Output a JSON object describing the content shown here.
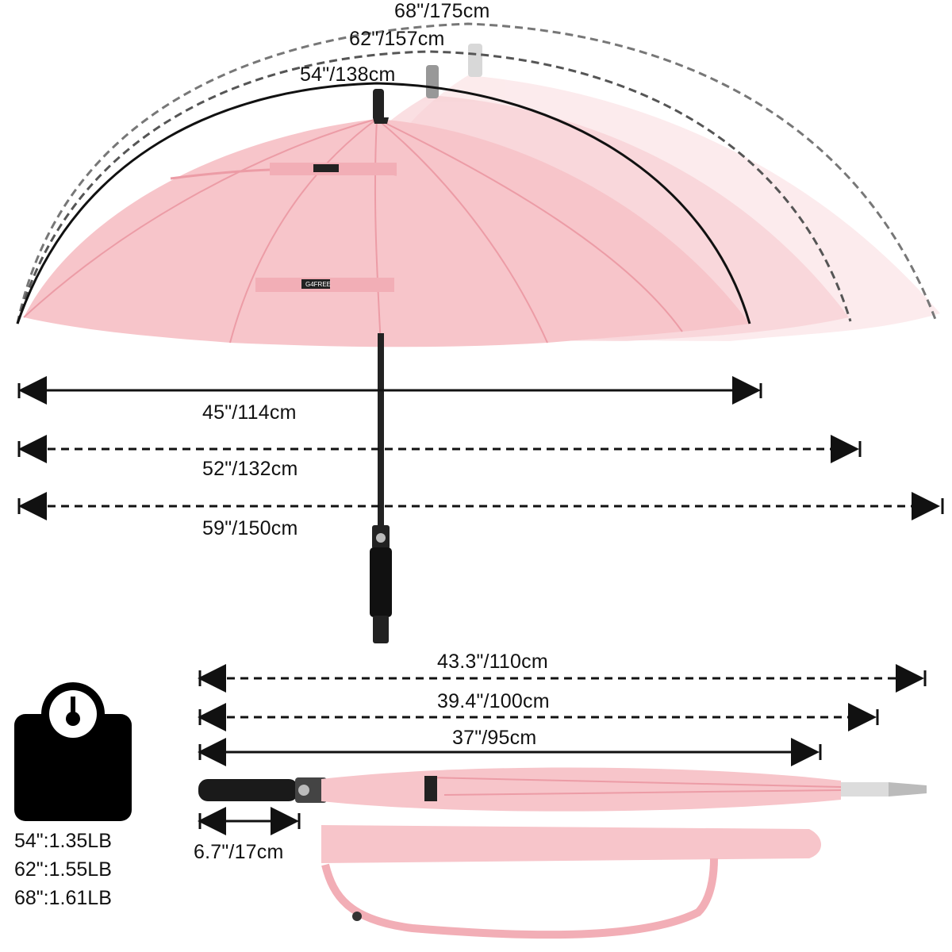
{
  "open_span": {
    "arc_labels": [
      "68\"/175cm",
      "62\"/157cm",
      "54\"/138cm"
    ],
    "width_labels": [
      "45\"/114cm",
      "52\"/132cm",
      "59\"/150cm"
    ]
  },
  "closed_length": {
    "labels": [
      "43.3\"/110cm",
      "39.4\"/100cm",
      "37\"/95cm"
    ],
    "handle_label": "6.7\"/17cm"
  },
  "weights": [
    "54\":1.35LB",
    "62\":1.55LB",
    "68\":1.61LB"
  ],
  "brand": {
    "logo_text": "G4FREE"
  },
  "colors": {
    "canopy": "#f7c5ca",
    "canopy_dark": "#ef9aa4",
    "text": "#111111",
    "dashed": "#777777"
  },
  "icons": {
    "weight": "scale-weight-icon"
  }
}
